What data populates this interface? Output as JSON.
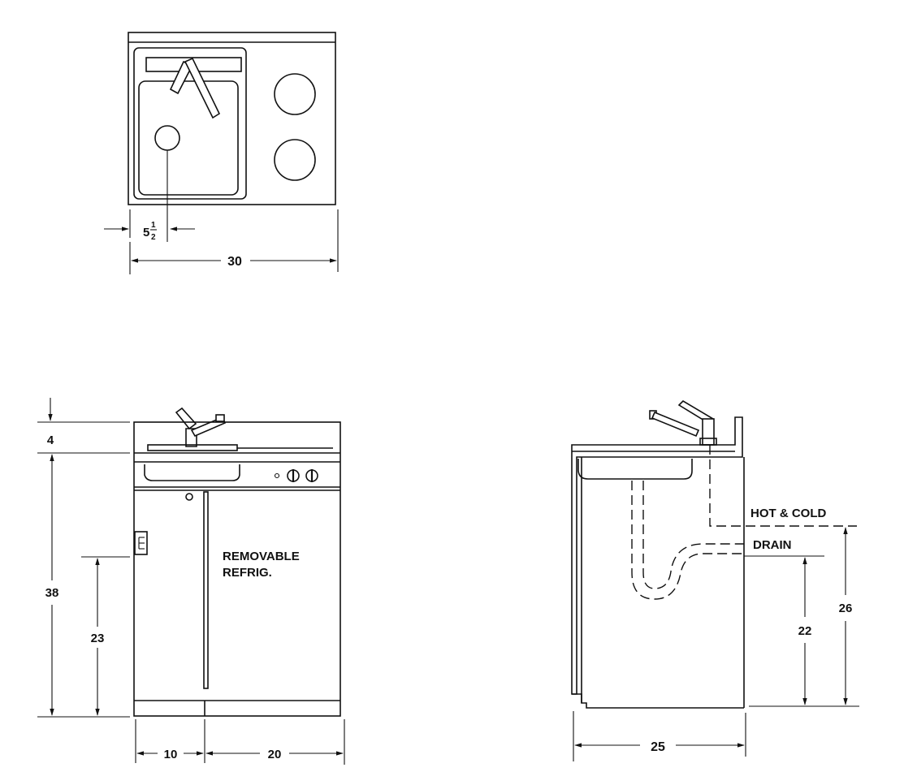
{
  "top_view": {
    "offset_dimension": "5",
    "offset_fraction_num": "1",
    "offset_fraction_den": "2",
    "width_dimension": "30"
  },
  "front_view": {
    "top_dimension": "4",
    "height_dimension": "38",
    "handle_height_dimension": "23",
    "left_width_dimension": "10",
    "right_width_dimension": "20",
    "refrigerator_label_line1": "REMOVABLE",
    "refrigerator_label_line2": "REFRIG."
  },
  "side_view": {
    "supply_label": "HOT & COLD",
    "drain_label": "DRAIN",
    "drain_height_dimension": "22",
    "supply_height_dimension": "26",
    "depth_dimension": "25"
  }
}
